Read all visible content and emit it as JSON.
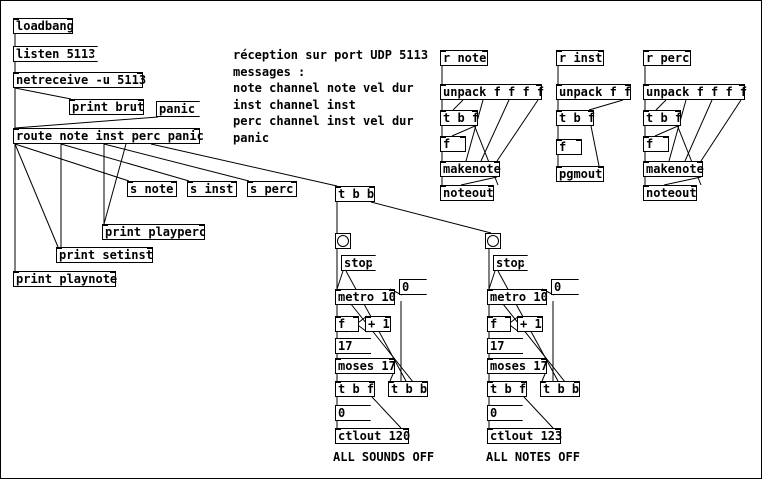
{
  "objects": {
    "loadbang": "loadbang",
    "netreceive": "netreceive -u 5113",
    "print_brut": "print brut",
    "route": "route note inst perc panic",
    "s_note": "s note",
    "s_inst": "s inst",
    "s_perc": "s perc",
    "print_playperc": "print playperc",
    "print_setinst": "print setinst",
    "print_playnote": "print playnote",
    "r_note": "r note",
    "unpack_note": "unpack f f f f",
    "tbf_note": "t b f",
    "f_note": "f",
    "makenote_note": "makenote",
    "noteout_note": "noteout",
    "r_inst": "r inst",
    "unpack_inst": "unpack f f",
    "tbf_inst": "t b f",
    "f_inst": "f",
    "pgmout": "pgmout",
    "r_perc": "r perc",
    "unpack_perc": "unpack f f f f",
    "tbf_perc": "t b f",
    "f_perc": "f",
    "makenote_perc": "makenote",
    "noteout_perc": "noteout",
    "tbb_main": "t b b",
    "metro_a": "metro 10",
    "f_a": "f",
    "plus1_a": "+ 1",
    "moses_a": "moses 17",
    "tbf_a": "t b f",
    "tbb_a": "t b b",
    "ctlout_a": "ctlout 120",
    "metro_b": "metro 10",
    "f_b": "f",
    "plus1_b": "+ 1",
    "moses_b": "moses 17",
    "tbf_b": "t b f",
    "tbb_b": "t b b",
    "ctlout_b": "ctlout 123"
  },
  "messages": {
    "listen": "listen 5113",
    "panic": "panic",
    "stop_a": "stop",
    "zero_msg_a": "0",
    "stop_b": "stop",
    "zero_msg_b": "0"
  },
  "atoms": {
    "zero_top_a": "0",
    "seventeen_a": "17",
    "zero_top_b": "0",
    "seventeen_b": "17"
  },
  "comments": {
    "info": "réception sur port UDP 5113\nmessages :\nnote channel note vel dur\ninst channel inst\nperc channel inst vel dur\npanic",
    "all_sounds_off": "ALL SOUNDS OFF",
    "all_notes_off": "ALL NOTES OFF"
  }
}
